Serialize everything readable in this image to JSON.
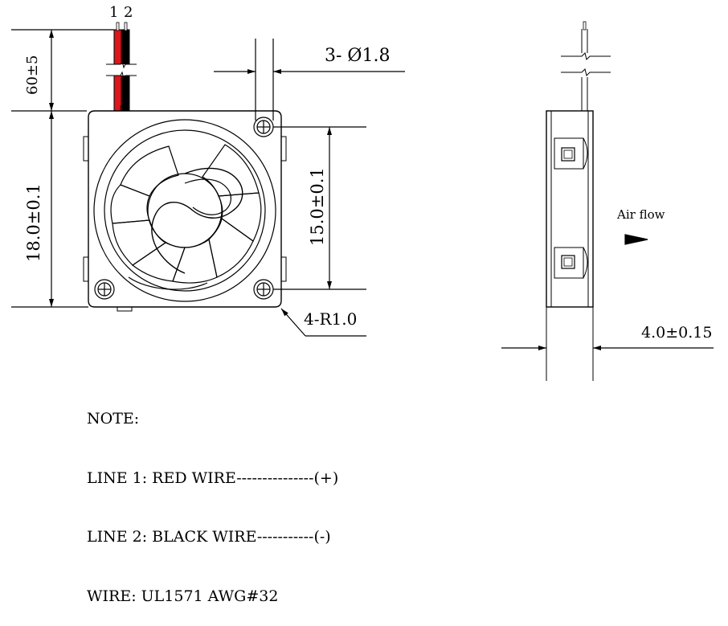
{
  "wire_labels": {
    "wire1": "1",
    "wire2": "2"
  },
  "dimensions": {
    "wire_length": "60±5",
    "hole_spec": "3- Ø1.8",
    "frame_size": "18.0±0.1",
    "hole_pitch": "15.0±0.1",
    "corner_radius": "4-R1.0",
    "thickness": "4.0±0.15"
  },
  "airflow_label": "Air flow",
  "notes": [
    "NOTE:",
    "LINE 1: RED WIRE---------------(+)",
    "LINE 2: BLACK WIRE-----------(-)",
    "WIRE: UL1571 AWG#32"
  ],
  "colors": {
    "red_wire": "#e0141b",
    "black_wire": "#000000",
    "line": "#000000",
    "background": "#ffffff"
  }
}
